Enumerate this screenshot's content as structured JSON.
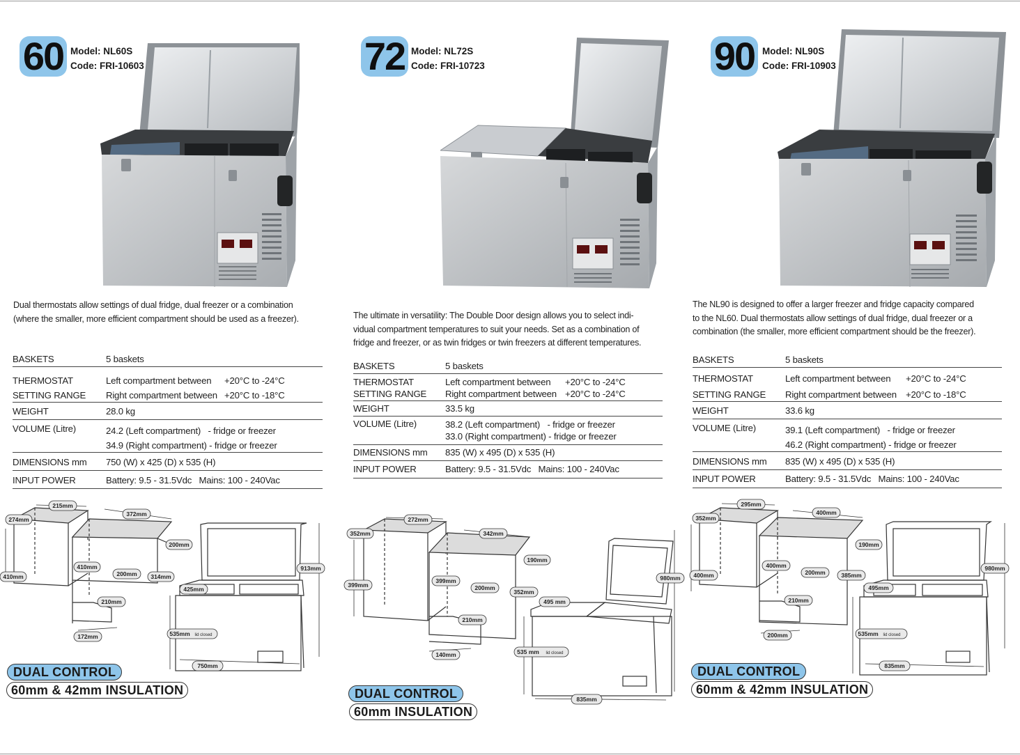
{
  "products": [
    {
      "size": "60",
      "model": "Model: NL60S",
      "code": "Code: FRI-10603",
      "description": [
        "Dual thermostats allow settings of dual fridge, dual freezer or a combination",
        "(where the smaller, more efficient compartment should be used as a freezer)."
      ],
      "specs": {
        "baskets": {
          "label": "BASKETS",
          "value": "5  baskets"
        },
        "thermostat": {
          "label1": "THERMOSTAT",
          "label2": "SETTING RANGE",
          "line1": "Left compartment between",
          "temp1": "+20°C to -24°C",
          "line2": "Right compartment between",
          "temp2": "+20°C to -18°C"
        },
        "weight": {
          "label": "WEIGHT",
          "value": "28.0 kg"
        },
        "volume": {
          "label": "VOLUME (Litre)",
          "line1": "24.2 (Left compartment)   - fridge or freezer",
          "line2": "34.9 (Right compartment) - fridge or freezer"
        },
        "dimensions": {
          "label": "DIMENSIONS mm",
          "value": "750 (W) x 425 (D) x 535 (H)"
        },
        "power": {
          "label": "INPUT POWER",
          "value": "Battery: 9.5 - 31.5Vdc   Mains: 100 - 240Vac"
        }
      },
      "diagram_labels": {
        "a": "215mm",
        "b": "274mm",
        "c": "410mm",
        "d": "372mm",
        "e": "200mm",
        "f": "410mm",
        "g": "200mm",
        "h": "314mm",
        "i": "210mm",
        "j": "172mm",
        "k": "913mm",
        "l": "425mm",
        "m": "535mm",
        "m_note": "lid closed",
        "n": "750mm"
      },
      "badge_top": "DUAL CONTROL",
      "badge_bottom": "60mm & 42mm INSULATION"
    },
    {
      "size": "72",
      "model": "Model: NL72S",
      "code": "Code: FRI-10723",
      "description": [
        "The ultimate in versatility: The Double Door design allows you to select indi-",
        "vidual compartment temperatures to suit your needs. Set as a combination of",
        "fridge and freezer, or as twin fridges or twin freezers at different temperatures."
      ],
      "specs": {
        "baskets": {
          "label": "BASKETS",
          "value": "5  baskets"
        },
        "thermostat": {
          "label1": "THERMOSTAT",
          "label2": "SETTING RANGE",
          "line1": "Left compartment between",
          "temp1": "+20°C to -24°C",
          "line2": "Right compartment between",
          "temp2": "+20°C to -24°C"
        },
        "weight": {
          "label": "WEIGHT",
          "value": "33.5 kg"
        },
        "volume": {
          "label": "VOLUME (Litre)",
          "line1": "38.2 (Left compartment)   - fridge or freezer",
          "line2": "33.0 (Right compartment) - fridge or freezer"
        },
        "dimensions": {
          "label": "DIMENSIONS mm",
          "value": "835 (W) x 495 (D) x 535 (H)"
        },
        "power": {
          "label": "INPUT POWER",
          "value": "Battery: 9.5 - 31.5Vdc   Mains: 100 - 240Vac"
        }
      },
      "diagram_labels": {
        "a": "272mm",
        "b": "352mm",
        "c": "399mm",
        "d": "342mm",
        "e": "190mm",
        "f": "399mm",
        "g": "200mm",
        "h": "352mm",
        "i": "210mm",
        "j": "140mm",
        "k": "980mm",
        "l": "495 mm",
        "m": "535 mm",
        "m_note": "lid closed",
        "n": "835mm"
      },
      "badge_top": "DUAL CONTROL",
      "badge_bottom": "60mm INSULATION"
    },
    {
      "size": "90",
      "model": "Model: NL90S",
      "code": "Code: FRI-10903",
      "description": [
        "The NL90 is designed to offer a larger freezer and fridge capacity compared",
        "to the NL60. Dual thermostats allow settings of dual fridge, dual freezer or a",
        "combination (the smaller, more efficient compartment should be the freezer)."
      ],
      "specs": {
        "baskets": {
          "label": "BASKETS",
          "value": "5  baskets"
        },
        "thermostat": {
          "label1": "THERMOSTAT",
          "label2": "SETTING RANGE",
          "line1": "Left compartment between",
          "temp1": "+20°C to -24°C",
          "line2": "Right compartment between",
          "temp2": "+20°C to -18°C"
        },
        "weight": {
          "label": "WEIGHT",
          "value": "33.6 kg"
        },
        "volume": {
          "label": "VOLUME (Litre)",
          "line1": "39.1 (Left compartment)   - fridge or freezer",
          "line2": "46.2 (Right compartment) - fridge or freezer"
        },
        "dimensions": {
          "label": "DIMENSIONS mm",
          "value": "835 (W) x 495 (D) x 535 (H)"
        },
        "power": {
          "label": "INPUT POWER",
          "value": "Battery: 9.5 - 31.5Vdc   Mains: 100 - 240Vac"
        }
      },
      "diagram_labels": {
        "a": "295mm",
        "b": "352mm",
        "c": "400mm",
        "d": "400mm",
        "e": "190mm",
        "f": "400mm",
        "g": "200mm",
        "h": "385mm",
        "i": "210mm",
        "j": "200mm",
        "k": "980mm",
        "l": "495mm",
        "m": "535mm",
        "m_note": "lid closed",
        "n": "835mm"
      },
      "badge_top": "DUAL CONTROL",
      "badge_bottom": "60mm & 42mm INSULATION"
    }
  ],
  "colors": {
    "badge": "#8ec5ea",
    "steel": "#c4c7ca",
    "rule": "#444444"
  }
}
